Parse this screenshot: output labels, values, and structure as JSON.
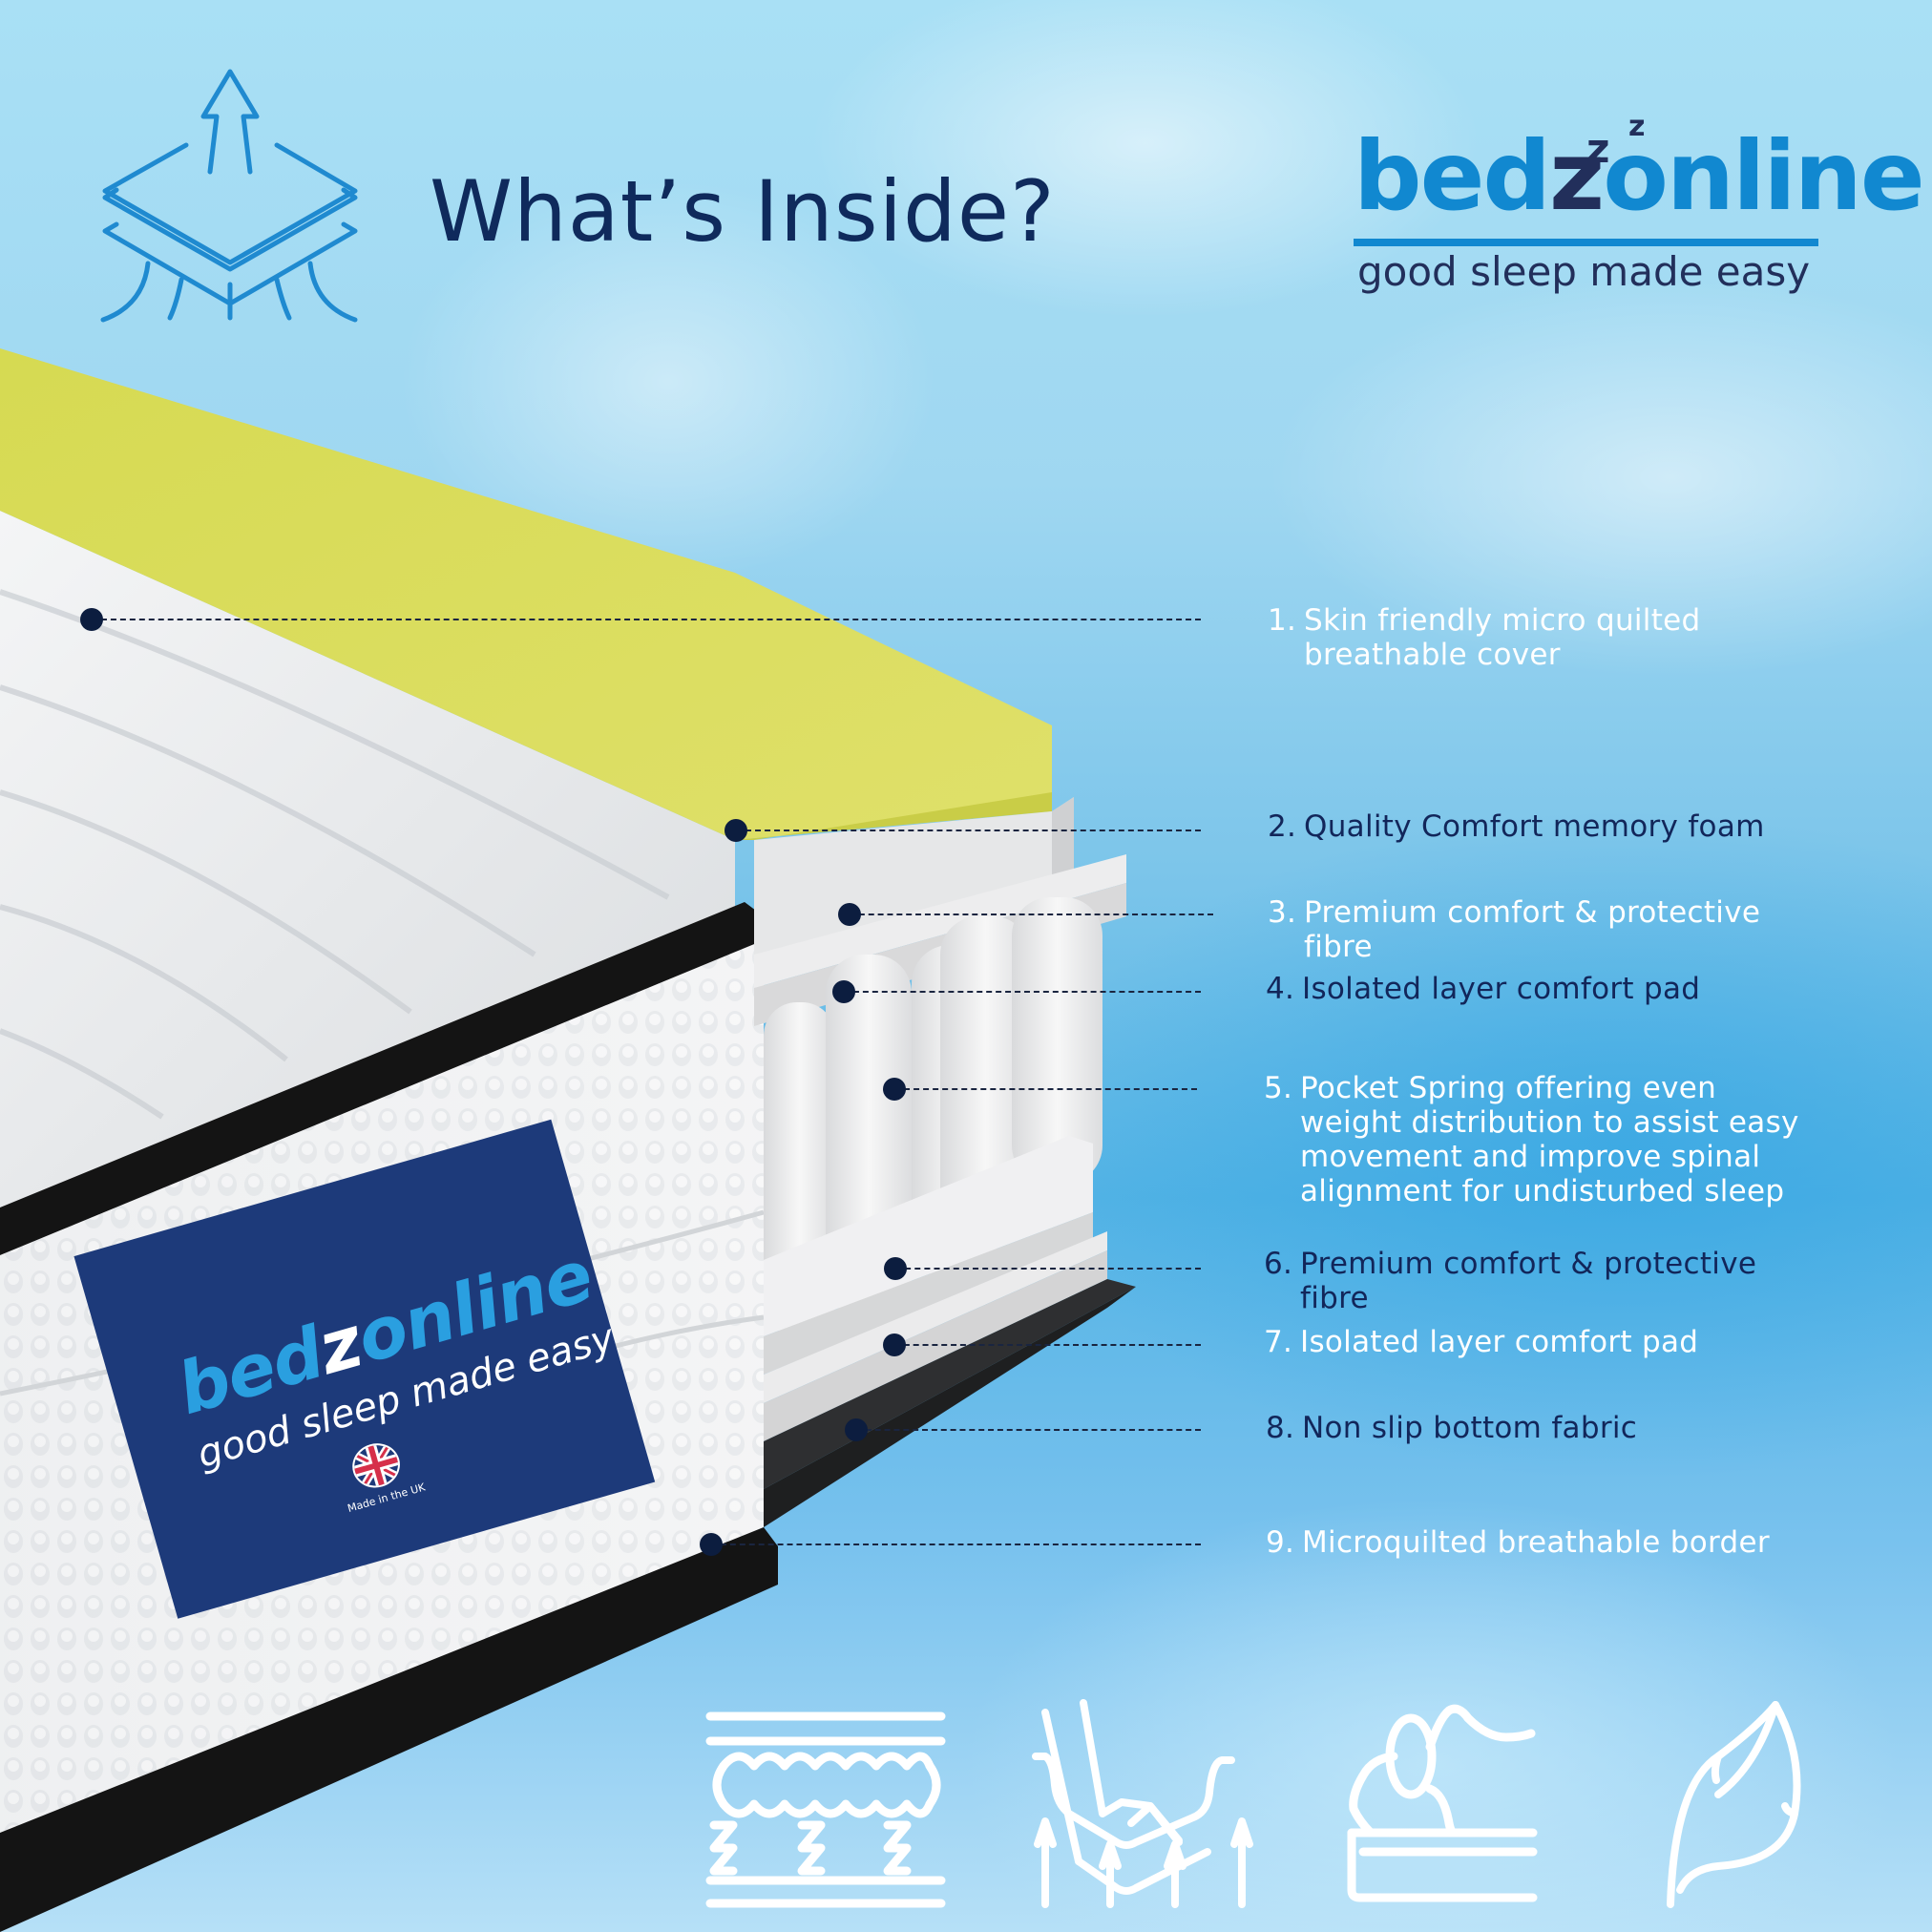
{
  "header": {
    "title": "What’s Inside?",
    "icon": "layers-airflow-icon"
  },
  "brand": {
    "name_prefix": "bed",
    "name_z": "z",
    "name_suffix": "online",
    "zzz": "z",
    "tagline": "good sleep made easy",
    "primary_color": "#1188d0",
    "secondary_color": "#222f5b"
  },
  "mattress_label": {
    "name_prefix": "bed",
    "name_z": "z",
    "name_suffix": "online",
    "tagline": "good sleep made easy",
    "origin": "Made in the UK",
    "flag": "union-jack-icon",
    "background_color": "#1d3a7a"
  },
  "colors": {
    "title": "#0f2a5c",
    "memory_foam": "#d8dc5a",
    "dot": "#0c1d3f"
  },
  "layers": [
    {
      "num": "1.",
      "text_lines": [
        "Skin friendly micro quilted",
        "breathable cover"
      ],
      "color": "white"
    },
    {
      "num": "2.",
      "text_lines": [
        "Quality Comfort memory foam"
      ],
      "color": "navy"
    },
    {
      "num": "3.",
      "text_lines": [
        "Premium comfort & protective",
        "fibre"
      ],
      "color": "white"
    },
    {
      "num": "4.",
      "text_lines": [
        "Isolated layer comfort pad"
      ],
      "color": "navy"
    },
    {
      "num": "5.",
      "text_lines": [
        "Pocket Spring offering even",
        "weight distribution to assist easy",
        "movement and improve spinal",
        "alignment for undisturbed sleep"
      ],
      "color": "white"
    },
    {
      "num": "6.",
      "text_lines": [
        "Premium comfort & protective",
        "fibre"
      ],
      "color": "navy"
    },
    {
      "num": "7.",
      "text_lines": [
        "Isolated layer comfort pad"
      ],
      "color": "white"
    },
    {
      "num": "8.",
      "text_lines": [
        "Non slip bottom fabric"
      ],
      "color": "navy"
    },
    {
      "num": "9.",
      "text_lines": [
        "Microquilted breathable border"
      ],
      "color": "white"
    }
  ],
  "feature_icons": [
    {
      "name": "pocket-spring-layers-icon"
    },
    {
      "name": "pressure-relief-hand-icon"
    },
    {
      "name": "sleeper-support-icon"
    },
    {
      "name": "feather-softness-icon"
    }
  ]
}
